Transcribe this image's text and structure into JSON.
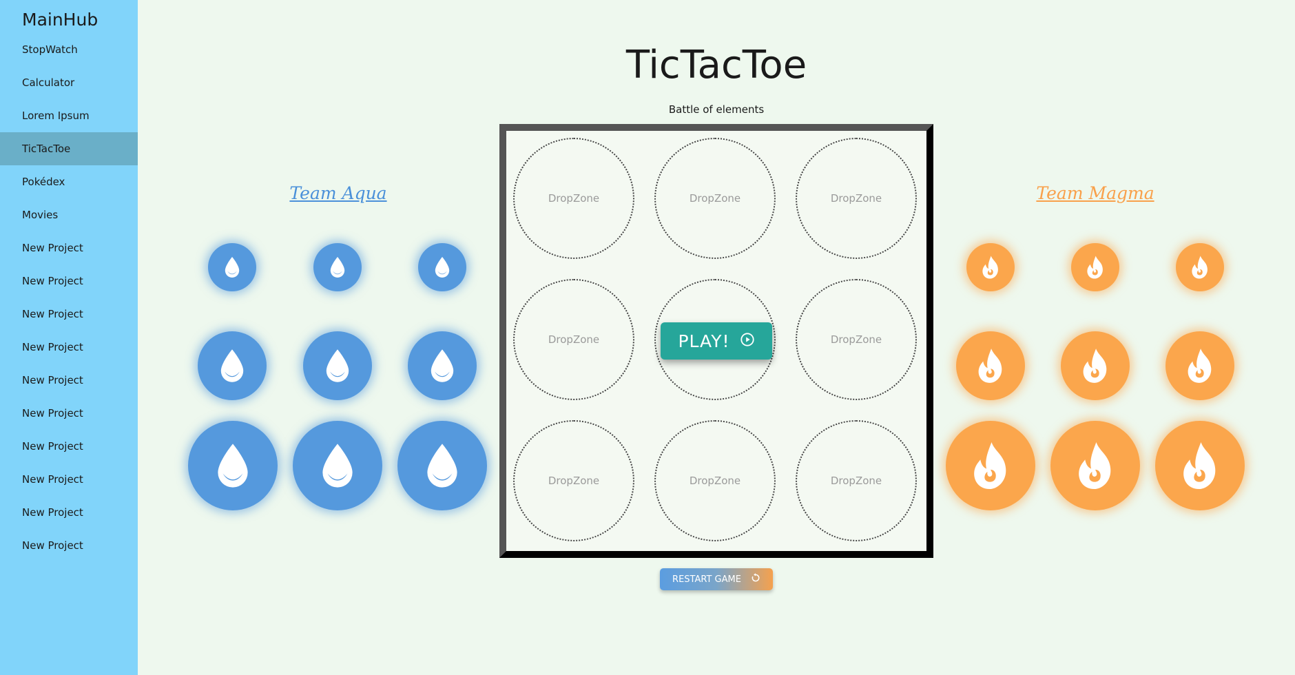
{
  "sidebar": {
    "brand": "MainHub",
    "items": [
      {
        "label": "StopWatch"
      },
      {
        "label": "Calculator"
      },
      {
        "label": "Lorem Ipsum"
      },
      {
        "label": "TicTacToe",
        "active": true
      },
      {
        "label": "Pokédex"
      },
      {
        "label": "Movies"
      },
      {
        "label": "New Project"
      },
      {
        "label": "New Project"
      },
      {
        "label": "New Project"
      },
      {
        "label": "New Project"
      },
      {
        "label": "New Project"
      },
      {
        "label": "New Project"
      },
      {
        "label": "New Project"
      },
      {
        "label": "New Project"
      },
      {
        "label": "New Project"
      },
      {
        "label": "New Project"
      }
    ]
  },
  "header": {
    "title": "TicTacToe",
    "subtitle": "Battle of elements"
  },
  "teams": {
    "aqua": {
      "name": "Team Aqua",
      "color": "#5599dd",
      "icon": "water-drop-icon"
    },
    "magma": {
      "name": "Team Magma",
      "color": "#fba64c",
      "icon": "flame-icon"
    }
  },
  "board": {
    "cells": [
      "DropZone",
      "DropZone",
      "DropZone",
      "DropZone",
      "DropZone",
      "DropZone",
      "DropZone",
      "DropZone",
      "DropZone"
    ]
  },
  "controls": {
    "play_label": "PLAY!",
    "play_icon": "play-circle-icon",
    "restart_label": "RESTART GAME",
    "restart_icon": "restart-icon"
  },
  "colors": {
    "sidebar_bg": "#81d4fa",
    "sidebar_active": "#6aafc8",
    "page_bg": "#eef8ee",
    "play_button": "#26a69a"
  }
}
